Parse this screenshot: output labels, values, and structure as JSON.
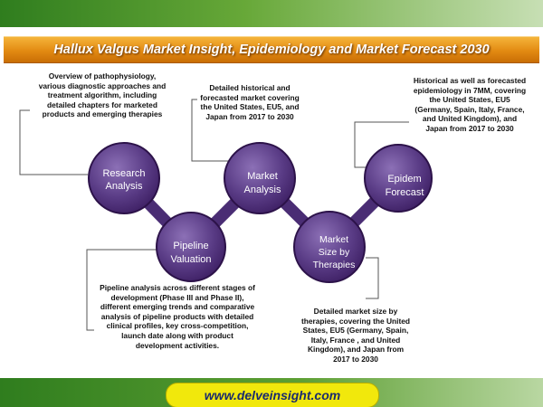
{
  "title": "Hallux Valgus Market Insight, Epidemiology and Market Forecast  2030",
  "nodes": [
    {
      "id": "research",
      "line1": "Research",
      "line2": "Analysis",
      "description": "Overview of pathophysiology, various diagnostic approaches and treatment algorithm, including detailed chapters for marketed products and emerging therapies"
    },
    {
      "id": "pipeline",
      "line1": "Pipeline",
      "line2": "Valuation",
      "description": "Pipeline analysis across different stages of development (Phase III and Phase II), different emerging trends and comparative analysis of pipeline products with detailed clinical profiles, key cross-competition, launch date along with product development activities."
    },
    {
      "id": "market",
      "line1": "Market",
      "line2": "Analysis",
      "description": "Detailed historical and forecasted market covering the United States, EU5, and Japan from 2017 to 2030"
    },
    {
      "id": "size",
      "line1": "Market",
      "line2": "Size by",
      "line3": "Therapies",
      "description": "Detailed market size by therapies, covering the United States,  EU5 (Germany, Spain, Italy, France , and United Kingdom), and Japan from 2017 to 2030"
    },
    {
      "id": "epidem",
      "line1": "Epidem",
      "line2": "Forecast",
      "description": "Historical as well as forecasted epidemiology in 7MM, covering the United States, EU5 (Germany, Spain, Italy, France, and United Kingdom), and Japan from 2017 to 2030"
    }
  ],
  "footer": {
    "url": "www.delveinsight.com"
  },
  "colors": {
    "bubble_dark": "#3d1f63",
    "bubble_light": "#7e62a8",
    "title_orange": "#e28a12",
    "band_green": "#3f8a24",
    "url_yellow": "#f1e80c"
  }
}
